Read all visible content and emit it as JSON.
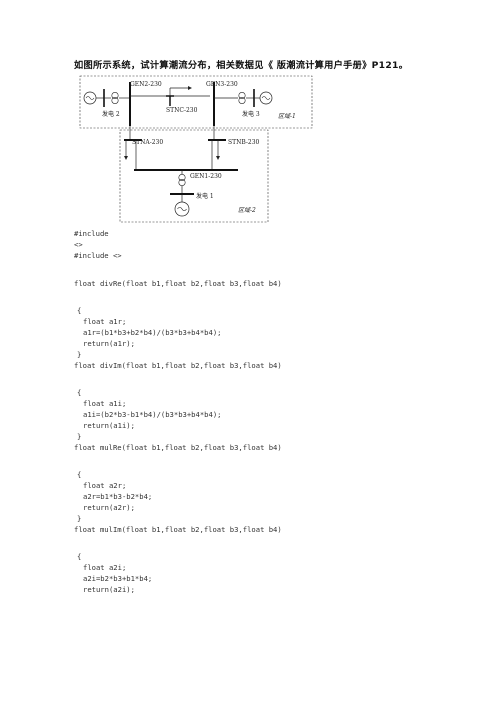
{
  "heading": "如图所示系统，试计算潮流分布，相关数据见《 版潮流计算用户手册》P121。",
  "diagram": {
    "gen2_bus": "GEN2-230",
    "gen3_bus": "GEN3-230",
    "gen2_label": "发电 2",
    "gen3_label": "发电 3",
    "stnc_bus": "STNC-230",
    "zone1": "区域-1",
    "stna_bus": "STNA-230",
    "stnb_bus": "STNB-230",
    "gen1_bus": "GEN1-230",
    "gen1_label": "发电 1",
    "zone2": "区域-2"
  },
  "code_lines": [
    "#include",
    "<>",
    "#include <>",
    "float divRe(float b1,float b2,float b3,float b4)",
    "{",
    "float a1r;",
    "a1r=(b1*b3+b2*b4)/(b3*b3+b4*b4);",
    "return(a1r);",
    "}",
    "float divIm(float b1,float b2,float b3,float b4)",
    "{",
    "float a1i;",
    "a1i=(b2*b3-b1*b4)/(b3*b3+b4*b4);",
    "return(a1i);",
    "}",
    "float mulRe(float b1,float b2,float b3,float b4)",
    "{",
    "float a2r;",
    "a2r=b1*b3-b2*b4;",
    "return(a2r);",
    "}",
    "float mulIm(float b1,float b2,float b3,float b4)",
    "{",
    "float a2i;",
    "a2i=b2*b3+b1*b4;",
    "return(a2i);"
  ]
}
